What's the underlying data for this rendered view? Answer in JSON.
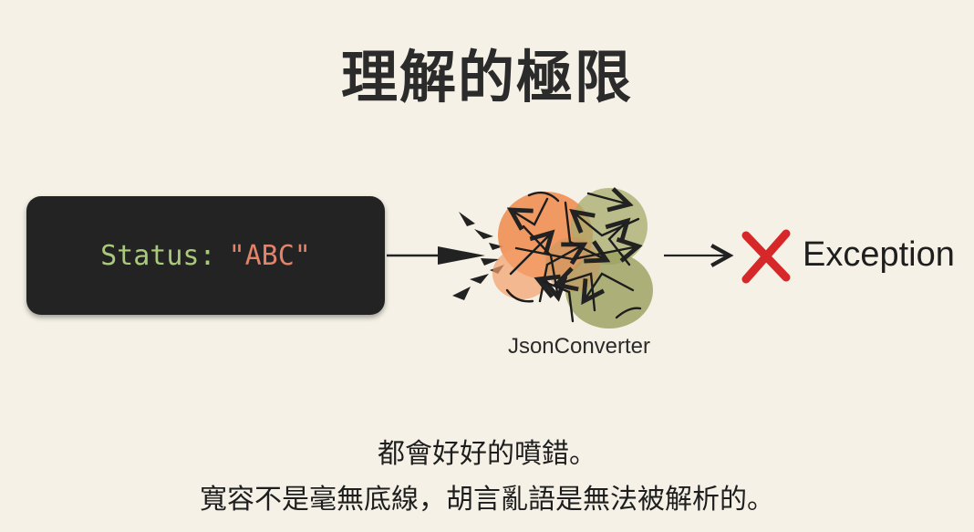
{
  "title": "理解的極限",
  "code": {
    "key": "Status",
    "colon": ":",
    "value": "\"ABC\""
  },
  "converter": {
    "label": "JsonConverter",
    "icon": "chaos-tangle-icon",
    "colors": {
      "orange": "#f08a4b",
      "olive": "#9aa05c"
    }
  },
  "result": {
    "icon": "red-x-icon",
    "icon_color": "#d62828",
    "label": "Exception"
  },
  "caption": {
    "line1": "都會好好的噴錯。",
    "line2": "寬容不是毫無底線，胡言亂語是無法被解析的。"
  }
}
